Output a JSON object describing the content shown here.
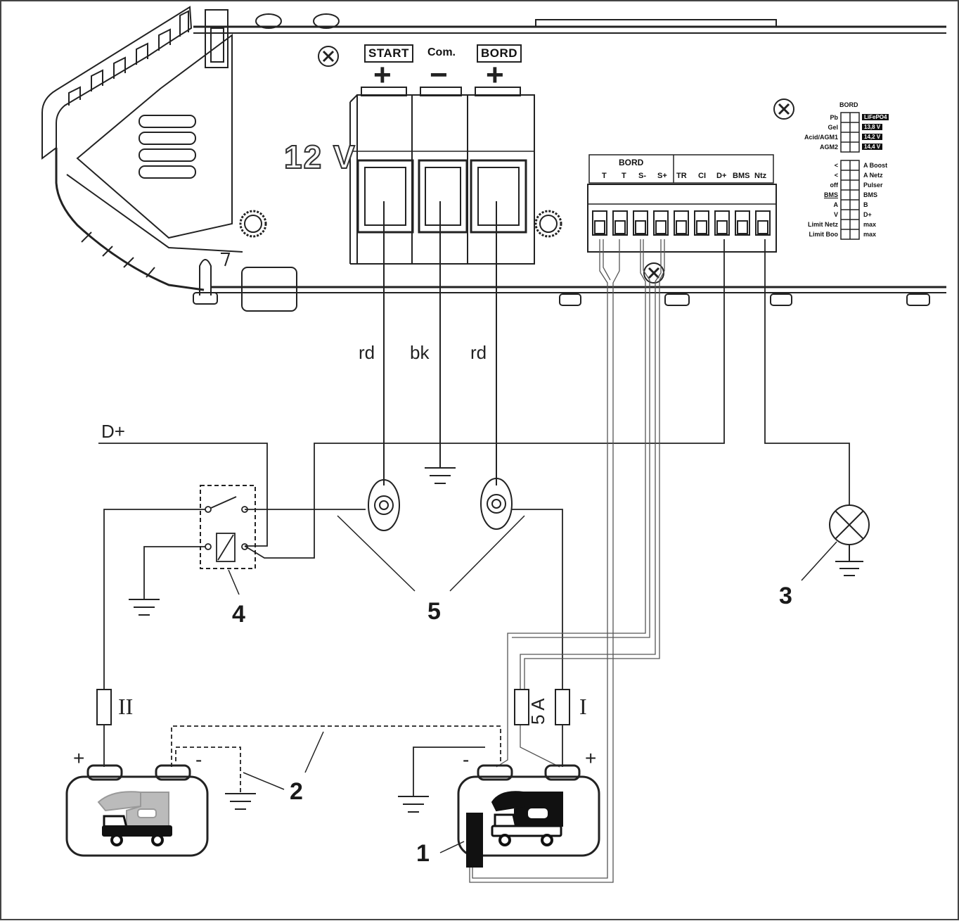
{
  "device": {
    "voltage_label": "12 V",
    "main_terminals": {
      "start": {
        "label": "START",
        "sign": "+"
      },
      "common": {
        "label": "Com.",
        "sign": "−"
      },
      "bord": {
        "label": "BORD",
        "sign": "+"
      }
    },
    "control_strip": {
      "group_label": "BORD",
      "pins": [
        "T",
        "T",
        "S-",
        "S+",
        "TR",
        "CI",
        "D+",
        "BMS",
        "Ntz"
      ]
    },
    "dip_panel": {
      "title": "BORD",
      "battery_types": [
        {
          "label": "Pb",
          "value": "LiFePO4"
        },
        {
          "label": "Gel",
          "value": "13,8 V"
        },
        {
          "label": "Acid/AGM1",
          "value": "14,2 V"
        },
        {
          "label": "AGM2",
          "value": "14,4 V"
        }
      ],
      "settings": [
        {
          "left": "<",
          "right": "A Boost"
        },
        {
          "left": "<",
          "right": "A Netz"
        },
        {
          "left": "off",
          "right": "Pulser"
        },
        {
          "left": "BMS",
          "right": "BMS"
        },
        {
          "left": "A",
          "right": "B"
        },
        {
          "left": "V",
          "right": "D+"
        },
        {
          "left": "Limit Netz",
          "right": "max"
        },
        {
          "left": "Limit Boo",
          "right": "max"
        }
      ]
    }
  },
  "wires": {
    "start": "rd",
    "common": "bk",
    "bord": "rd"
  },
  "labels": {
    "d_plus": "D+",
    "fuse_start": "II",
    "fuse_bord": "I",
    "fuse_sense": "5 A",
    "plus": "+",
    "minus": "-"
  },
  "callouts": [
    "1",
    "2",
    "3",
    "4",
    "5"
  ]
}
